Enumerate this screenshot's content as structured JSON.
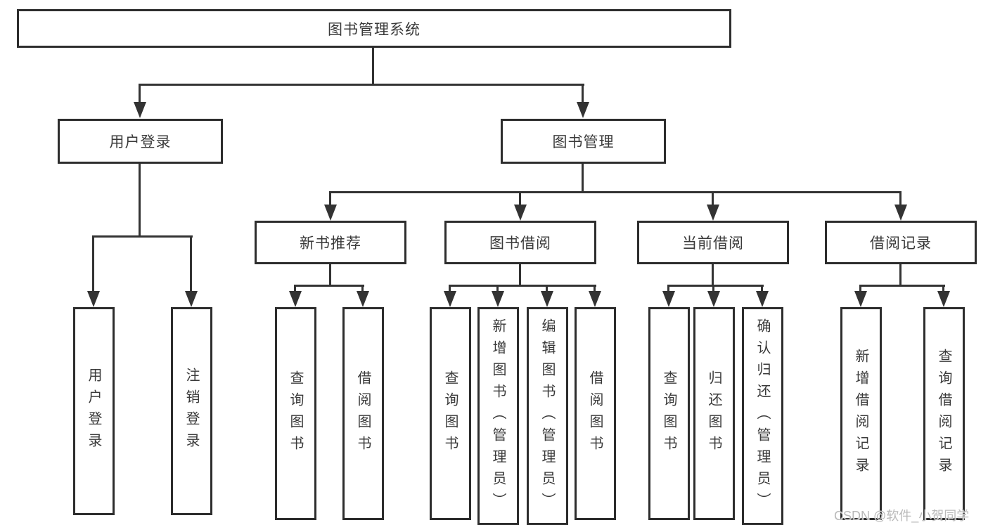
{
  "tree": {
    "root": {
      "label": "图书管理系统",
      "children": [
        {
          "label": "用户登录",
          "children": [
            {
              "label": "用户登录"
            },
            {
              "label": "注销登录"
            }
          ]
        },
        {
          "label": "图书管理",
          "children": [
            {
              "label": "新书推荐",
              "children": [
                {
                  "label": "查询图书"
                },
                {
                  "label": "借阅图书"
                }
              ]
            },
            {
              "label": "图书借阅",
              "children": [
                {
                  "label": "查询图书"
                },
                {
                  "label": "新增图书（管理员）"
                },
                {
                  "label": "编辑图书（管理员）"
                },
                {
                  "label": "借阅图书"
                }
              ]
            },
            {
              "label": "当前借阅",
              "children": [
                {
                  "label": "查询图书"
                },
                {
                  "label": "归还图书"
                },
                {
                  "label": "确认归还（管理员）"
                }
              ]
            },
            {
              "label": "借阅记录",
              "children": [
                {
                  "label": "新增借阅记录"
                },
                {
                  "label": "查询借阅记录"
                }
              ]
            }
          ]
        }
      ]
    }
  },
  "colors": {
    "line": "#333333",
    "border": "#2d2d2d",
    "text": "#3a3a3a",
    "watermark": "#b9b9b9"
  },
  "watermark": {
    "text": "CSDN @软件_小贺同学"
  }
}
